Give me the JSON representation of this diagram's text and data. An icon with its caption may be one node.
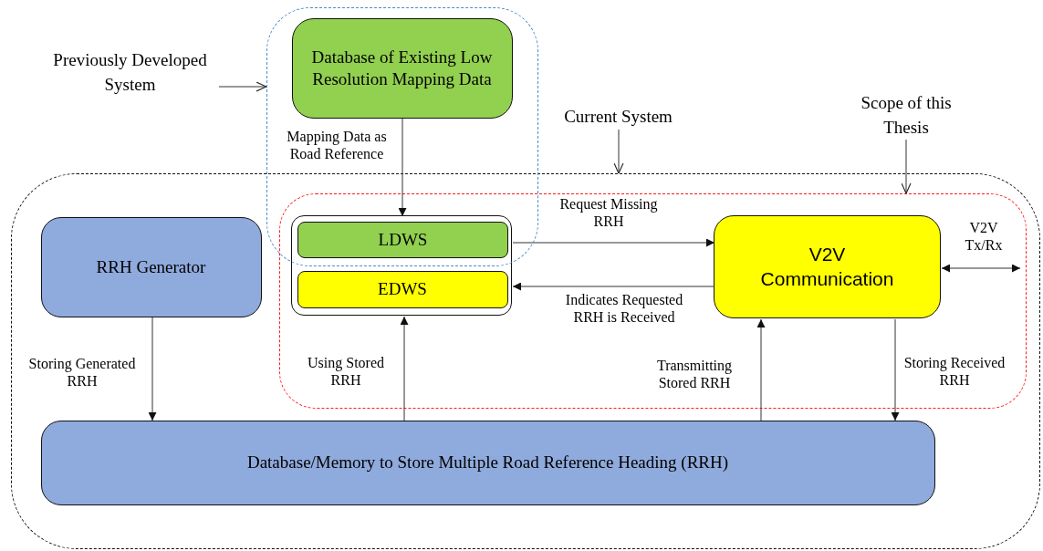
{
  "diagram": {
    "nodes": [
      {
        "text": [
          "Previously Developed System"
        ]
      },
      {
        "text": [],
        "shape": "box"
      },
      {
        "text": [
          "Database of Existing Low Resolution Mapping Data"
        ],
        "in": 1
      },
      {
        "text": [
          "Current System"
        ]
      },
      {
        "text": [],
        "shape": "box"
      },
      {
        "text": [
          "Scope of this Thesis"
        ]
      },
      {
        "text": [],
        "shape": "box",
        "in": 4
      },
      {
        "text": [
          "RRH Generator"
        ],
        "in": 4
      },
      {
        "text": [],
        "shape": "box",
        "in": 6
      },
      {
        "text": [
          "LDWS"
        ]
      },
      {
        "text": [
          "EDWS"
        ],
        "in": 8
      },
      {
        "text": [
          "V2V Communication"
        ],
        "in": 6
      },
      {
        "text": [
          "Database/Memory to Store Multiple Road Reference Heading (RRH)"
        ],
        "in": 4
      }
    ],
    "edges": [
      {
        "from": 0,
        "to": 1,
        "arrow": "to"
      },
      {
        "from": 3,
        "to": 4,
        "arrow": "to"
      },
      {
        "from": 5,
        "to": 6,
        "arrow": "to"
      },
      {
        "from": 2,
        "to": 8,
        "arrow": "to",
        "label": "Mapping Data as Road Reference"
      },
      {
        "from": 8,
        "to": 11,
        "arrow": "to",
        "label": "Request Missing RRH"
      },
      {
        "from": 11,
        "to": 8,
        "arrow": "to",
        "label": "Indicates Requested RRH is Received"
      },
      {
        "from": 7,
        "to": 12,
        "arrow": "to",
        "label": "Storing Generated RRH"
      },
      {
        "from": 12,
        "to": 8,
        "arrow": "to",
        "label": "Using Stored RRH"
      },
      {
        "from": 12,
        "to": 11,
        "arrow": "to",
        "label": "Transmitting Stored RRH"
      },
      {
        "from": 11,
        "to": 12,
        "arrow": "to",
        "label": "Storing Received RRH"
      },
      {
        "from": 11,
        "to": null,
        "arrow": "both",
        "label": "V2V Tx/Rx"
      }
    ]
  }
}
